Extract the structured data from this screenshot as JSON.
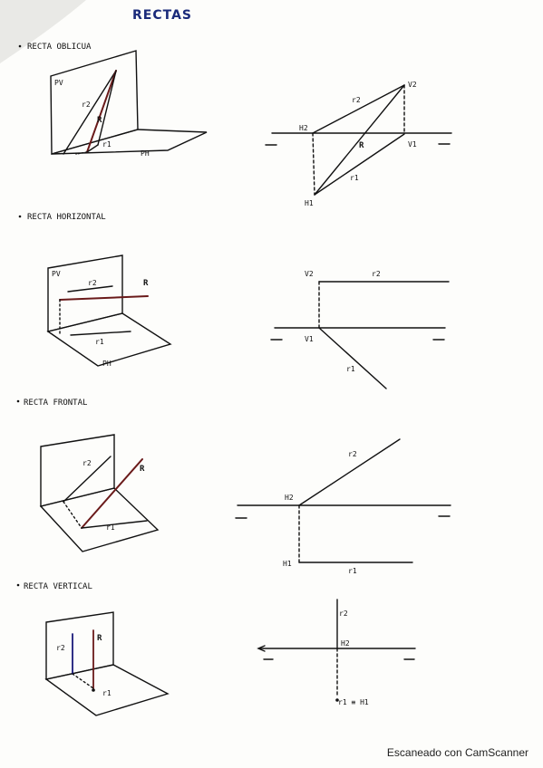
{
  "title": "RECTAS",
  "sections": [
    {
      "heading": "RECTA OBLICUA",
      "pv": "PV",
      "ph": "PH",
      "r2": "r2",
      "r1": "r1",
      "r": "R",
      "h2": "H2",
      "v2": "V2",
      "v1": "V1",
      "h1": "H1"
    },
    {
      "heading": "RECTA HORIZONTAL",
      "pv": "PV",
      "ph": "PH",
      "r2": "r2",
      "r1": "r1",
      "r": "R",
      "v2": "V2",
      "v1": "V1"
    },
    {
      "heading": "RECTA FRONTAL",
      "r2": "r2",
      "r1": "r1",
      "r": "R",
      "h2": "H2",
      "h1": "H1"
    },
    {
      "heading": "RECTA VERTICAL",
      "r2": "r2",
      "r": "R",
      "r1": "r1",
      "h2": "H2",
      "r1h1": "r1 ≡ H1"
    }
  ],
  "footer": "Escaneado con CamScanner"
}
